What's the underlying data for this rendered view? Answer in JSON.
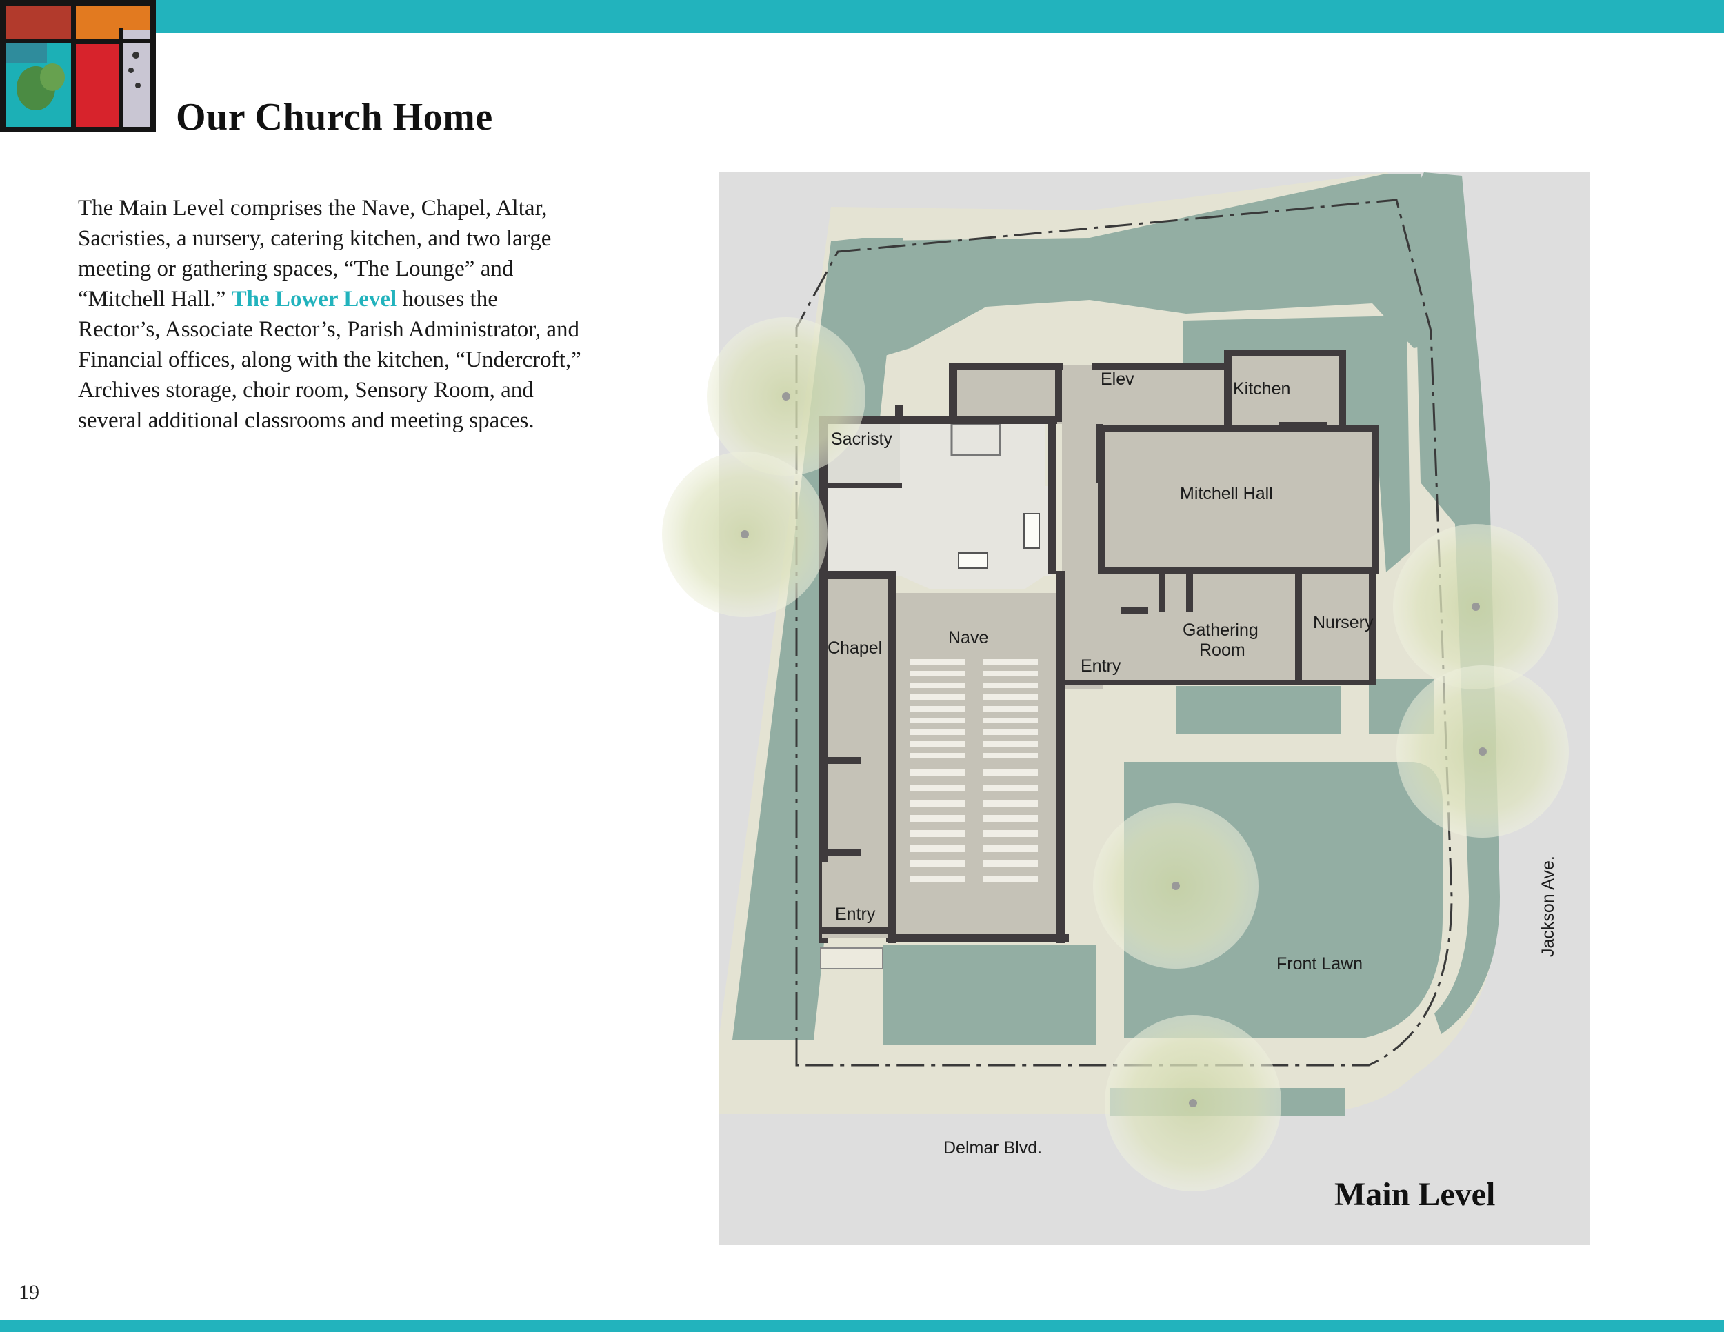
{
  "page": {
    "title": "Our Church Home",
    "page_number": "19"
  },
  "intro": {
    "text_before_link": "The Main Level comprises the Nave, Chapel, Altar, Sacristies, a nursery, catering kitchen, and two large meeting or gathering spaces, “The Lounge” and “Mitchell Hall.” ",
    "link_text": "The Lower Level",
    "text_after_link": " houses the Rector’s, Associate Rector’s, Parish Administrator, and Financial offices, along with the kitchen, “Undercroft,” Archives storage, choir room, Sensory Room, and several additional classrooms and meeting spaces."
  },
  "floor_plan": {
    "level_title": "Main Level",
    "rooms": {
      "sacristy": "Sacristy",
      "elev": "Elev",
      "kitchen": "Kitchen",
      "mitchell_hall": "Mitchell Hall",
      "chapel": "Chapel",
      "nave": "Nave",
      "entry_center": "Entry",
      "gathering_room_line1": "Gathering",
      "gathering_room_line2": "Room",
      "nursery": "Nursery",
      "entry_west": "Entry"
    },
    "site": {
      "front_lawn": "Front Lawn",
      "delmar": "Delmar Blvd.",
      "jackson": "Jackson Ave."
    },
    "colors": {
      "accent": "#22b3bd",
      "lawn": "#93aea3",
      "walk": "#e4e3d3",
      "street": "#dedede",
      "room_fill": "#c5c2b7",
      "wall": "#3f3b3d"
    }
  }
}
